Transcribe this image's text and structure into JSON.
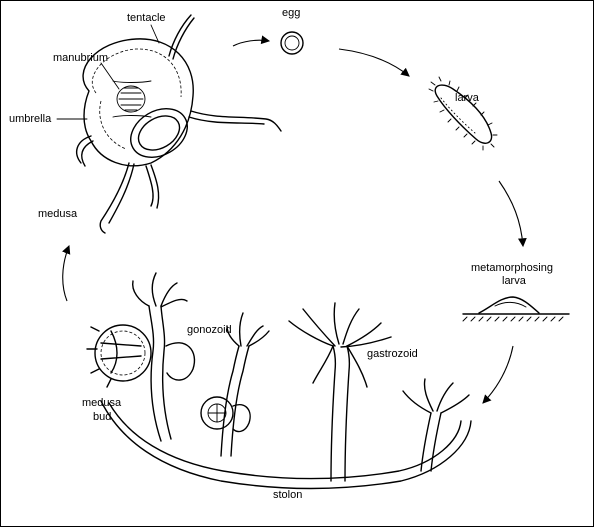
{
  "labels": {
    "tentacle": "tentacle",
    "egg": "egg",
    "manubrium": "manubrium",
    "umbrella": "umbrella",
    "larva": "larva",
    "medusa": "medusa",
    "metamorphosing_line1": "metamorphosing",
    "metamorphosing_line2": "larva",
    "gonozoid": "gonozoid",
    "gastrozoid": "gastrozoid",
    "medusa_bud_line1": "medusa",
    "medusa_bud_line2": "bud",
    "stolon": "stolon"
  }
}
